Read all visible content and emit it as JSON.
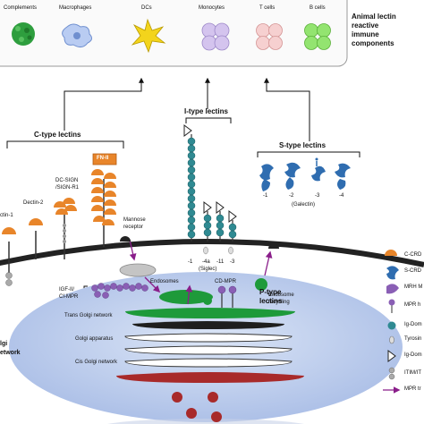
{
  "immune_cells": [
    {
      "label": "Complements",
      "color": "#2e9e3e"
    },
    {
      "label": "Macrophages",
      "color": "#8aa8e0"
    },
    {
      "label": "DCs",
      "color": "#f0d020"
    },
    {
      "label": "Monocytes",
      "color": "#c9b6e6"
    },
    {
      "label": "T cells",
      "color": "#f2c4c4"
    },
    {
      "label": "B cells",
      "color": "#8de06a"
    }
  ],
  "box_title": [
    "Animal lectin",
    "reactive",
    "immune",
    "components"
  ],
  "groups": {
    "c_type": "C-type lectins",
    "i_type": "I-type lectins",
    "s_type": "S-type lectins",
    "p_type": [
      "P-type",
      "lectins"
    ]
  },
  "c_type_receptors": {
    "dectin1": "ctin-1",
    "dectin2": "Dectin-2",
    "dcsign": [
      "DC-SIGN",
      "/SIGN-R1"
    ],
    "fn2": "FN-II",
    "mannose": [
      "Mannose",
      "receptor"
    ]
  },
  "siglec": {
    "numbers": [
      "-1",
      "-4a",
      "-11",
      "-3"
    ],
    "label": "(Siglec)"
  },
  "galectin": {
    "numbers": [
      "-1",
      "-2",
      "-3",
      "-4"
    ],
    "label": "(Galectin)"
  },
  "compartments": {
    "endosomes": "Endosomes",
    "recycling": [
      "Endosome",
      "recycling"
    ],
    "igf": [
      "IGF-II/",
      "CI-MPR"
    ],
    "cdmpr": "CD-MPR",
    "trans_golgi": "Trans Golgi network",
    "golgi_app": "Golgi apparatus",
    "cis_golgi": "Cis Golgi network",
    "left_golgi": [
      "lgi",
      "etwork"
    ]
  },
  "legend": [
    {
      "label": "C-CRD",
      "icon": "c-crd-icon"
    },
    {
      "label": "S-CRD",
      "icon": "s-crd-icon"
    },
    {
      "label": "MRH M",
      "icon": "mrh-icon"
    },
    {
      "label": "MPR h",
      "icon": "mpr-icon"
    },
    {
      "label": "Ig-Dom",
      "icon": "ig-domain-icon"
    },
    {
      "label": "Tyrosin",
      "icon": "tyrosine-icon"
    },
    {
      "label": "Ig-Dom",
      "icon": "ig-domain-v-icon"
    },
    {
      "label": "ITIM/IT",
      "icon": "itim-icon"
    },
    {
      "label": "MPR tr",
      "icon": "mpr-trafficking-icon"
    }
  ],
  "colors": {
    "orange": "#e8852a",
    "blue": "#2f6db0",
    "teal": "#2f8a92",
    "purple": "#8a5fb5",
    "green": "#1e9a3a",
    "golgi": "#b9c9ea",
    "dark_red": "#a82a2a",
    "arrow_purple": "#8a1e8a"
  }
}
